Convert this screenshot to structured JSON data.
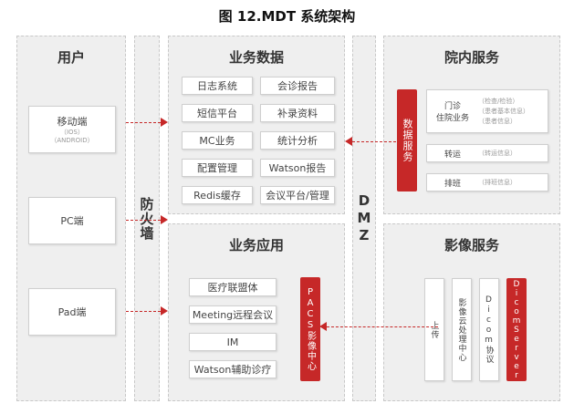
{
  "title": "图 12.MDT 系统架构",
  "users": {
    "title": "用户",
    "mobile": {
      "label": "移动端",
      "sub1": "（IOS）",
      "sub2": "（ANDROID）"
    },
    "pc": "PC端",
    "pad": "Pad端"
  },
  "firewall": "防火墙",
  "dmz": "DMZ",
  "business_data": {
    "title": "业务数据",
    "items": [
      "日志系统",
      "会诊报告",
      "短信平台",
      "补录资料",
      "MC业务",
      "统计分析",
      "配置管理",
      "Watson报告",
      "Redis缓存",
      "会议平台/管理"
    ]
  },
  "business_apps": {
    "title": "业务应用",
    "items": [
      "医疗联盟体",
      "Meeting远程会议",
      "IM",
      "Watson辅助诊疗"
    ],
    "pacs": "PACS影像中心"
  },
  "hospital": {
    "title": "院内服务",
    "data_service": "数据服务",
    "outpatient": "门诊",
    "inpatient": "住院业务",
    "notes": [
      "（检查/检验）",
      "（患者基本信息）",
      "（患者信息）"
    ],
    "transfer": "转运",
    "transfer_note": "（转运信息）",
    "schedule": "排班",
    "schedule_note": "（排班信息）"
  },
  "imaging": {
    "title": "影像服务",
    "upload": "上传",
    "cloud": "影像云处理中心",
    "dicom": "Dicom协议",
    "dicom_server": "DicomServer"
  }
}
